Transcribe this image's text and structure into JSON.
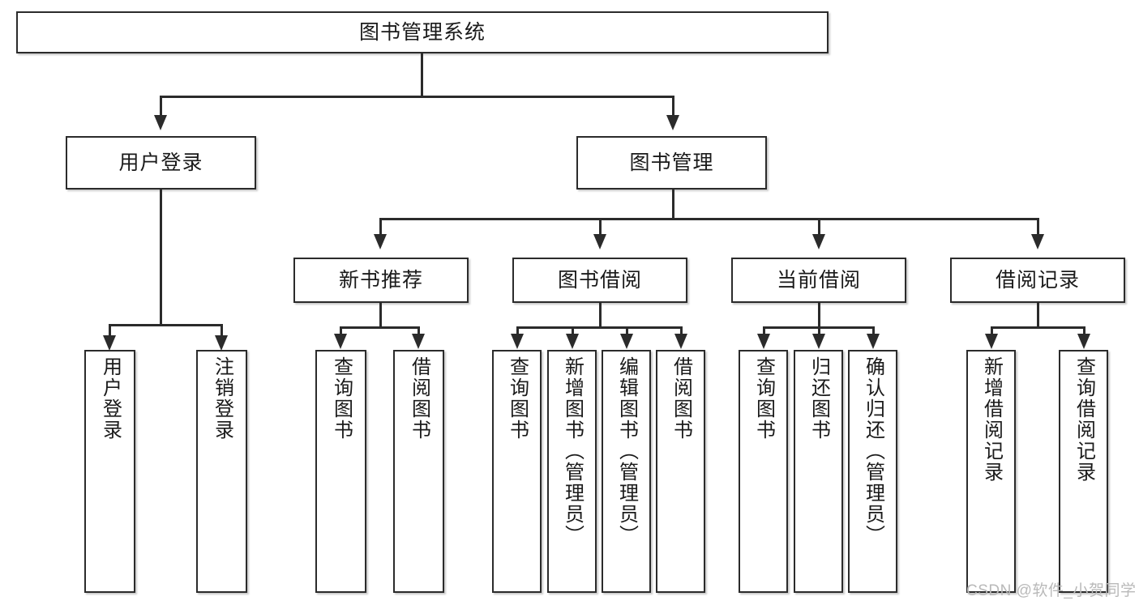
{
  "diagram": {
    "type": "tree-hierarchy-chart",
    "root": {
      "label": "图书管理系统"
    },
    "level2": [
      {
        "label": "用户登录"
      },
      {
        "label": "图书管理"
      }
    ],
    "level3": [
      {
        "label": "新书推荐"
      },
      {
        "label": "图书借阅"
      },
      {
        "label": "当前借阅"
      },
      {
        "label": "借阅记录"
      }
    ],
    "leaves": {
      "user_login": [
        {
          "label": "用户登录"
        },
        {
          "label": "注销登录"
        }
      ],
      "new_book_recommend": [
        {
          "label": "查询图书"
        },
        {
          "label": "借阅图书"
        }
      ],
      "book_borrow": [
        {
          "label": "查询图书"
        },
        {
          "label": "新增图书（管理员）"
        },
        {
          "label": "编辑图书（管理员）"
        },
        {
          "label": "借阅图书"
        }
      ],
      "current_borrow": [
        {
          "label": "查询图书"
        },
        {
          "label": "归还图书"
        },
        {
          "label": "确认归还（管理员）"
        }
      ],
      "borrow_record": [
        {
          "label": "新增借阅记录"
        },
        {
          "label": "查询借阅记录"
        }
      ]
    }
  },
  "watermark": {
    "text": "CSDN @软件_小贺同学"
  },
  "colors": {
    "stroke": "#2b2b2b",
    "background": "#ffffff",
    "text": "#1a1a1a",
    "watermark": "#b9b9b9"
  }
}
